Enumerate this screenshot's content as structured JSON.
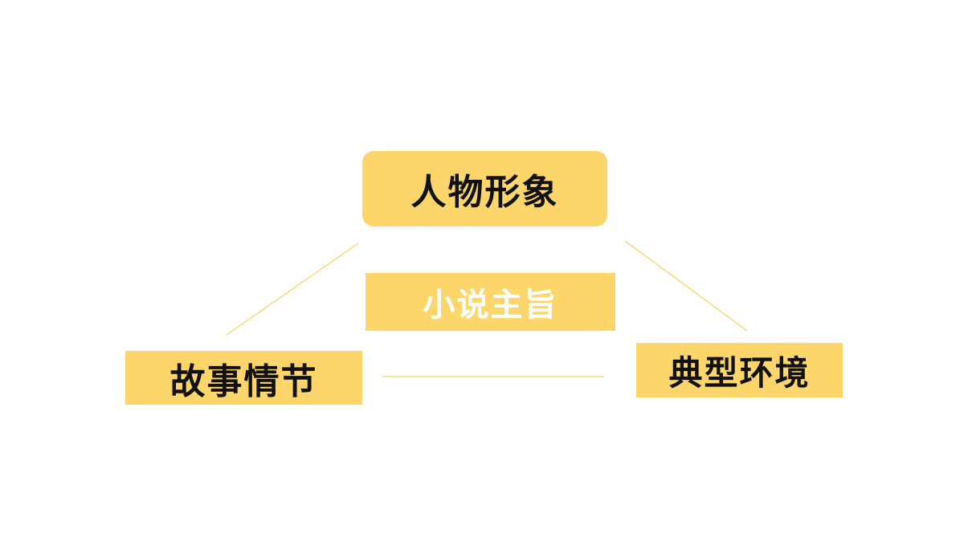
{
  "nodes": {
    "character": {
      "label": "人物形象"
    },
    "theme": {
      "label": "小说主旨"
    },
    "plot": {
      "label": "故事情节"
    },
    "setting": {
      "label": "典型环境"
    }
  },
  "colors": {
    "box_fill": "#fcd66a",
    "line": "#f4d45e",
    "box_text": "#111111",
    "center_text": "#ffffff",
    "background": "#ffffff"
  }
}
